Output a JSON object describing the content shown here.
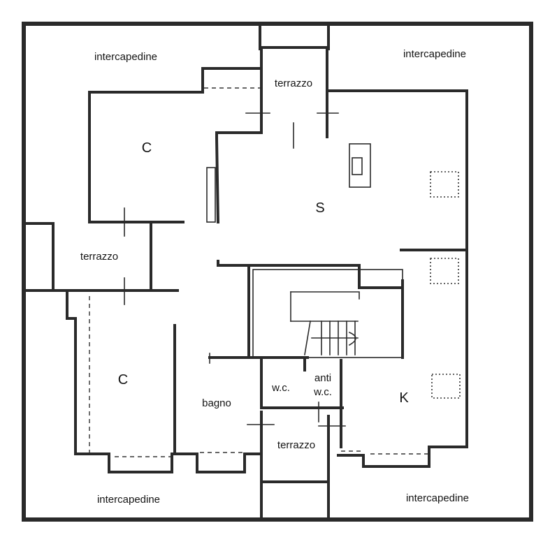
{
  "rooms": {
    "intercapedine_top_left": "intercapedine",
    "intercapedine_top_right": "intercapedine",
    "intercapedine_bottom_left": "intercapedine",
    "intercapedine_bottom_right": "intercapedine",
    "terrazzo_top": "terrazzo",
    "terrazzo_left": "terrazzo",
    "terrazzo_bottom": "terrazzo",
    "camera_top": "C",
    "camera_bottom": "C",
    "soggiorno": "S",
    "cucina": "K",
    "bagno": "bagno",
    "wc": "w.c.",
    "anti_wc_line1": "anti",
    "anti_wc_line2": "w.c."
  }
}
